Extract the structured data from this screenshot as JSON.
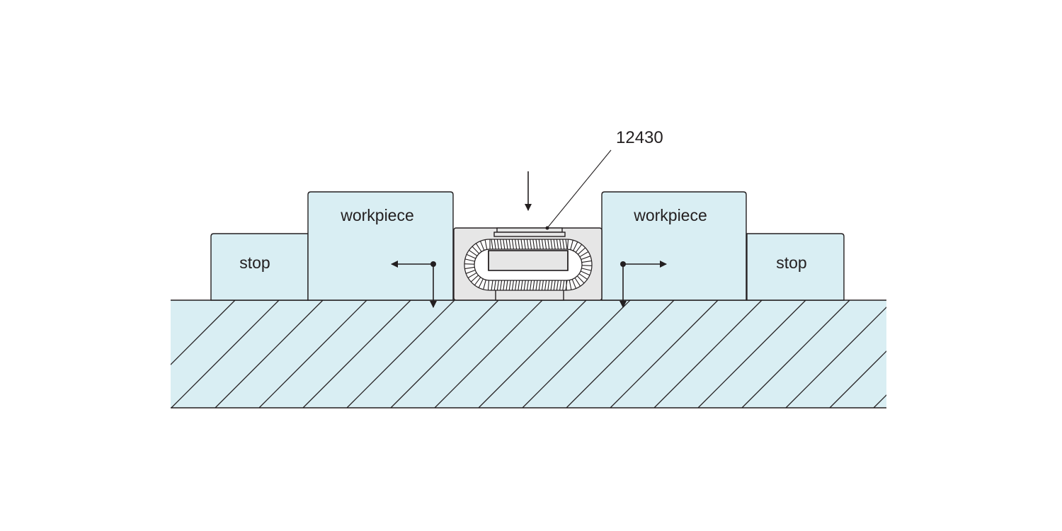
{
  "diagram": {
    "labels": {
      "workpiece_left": "workpiece",
      "workpiece_right": "workpiece",
      "stop_left": "stop",
      "stop_right": "stop",
      "part_number": "12430"
    },
    "colors": {
      "fill": "#d9eef3",
      "clamp_fill": "#e6e6e6",
      "stroke": "#231f20",
      "background": "#ffffff"
    }
  }
}
